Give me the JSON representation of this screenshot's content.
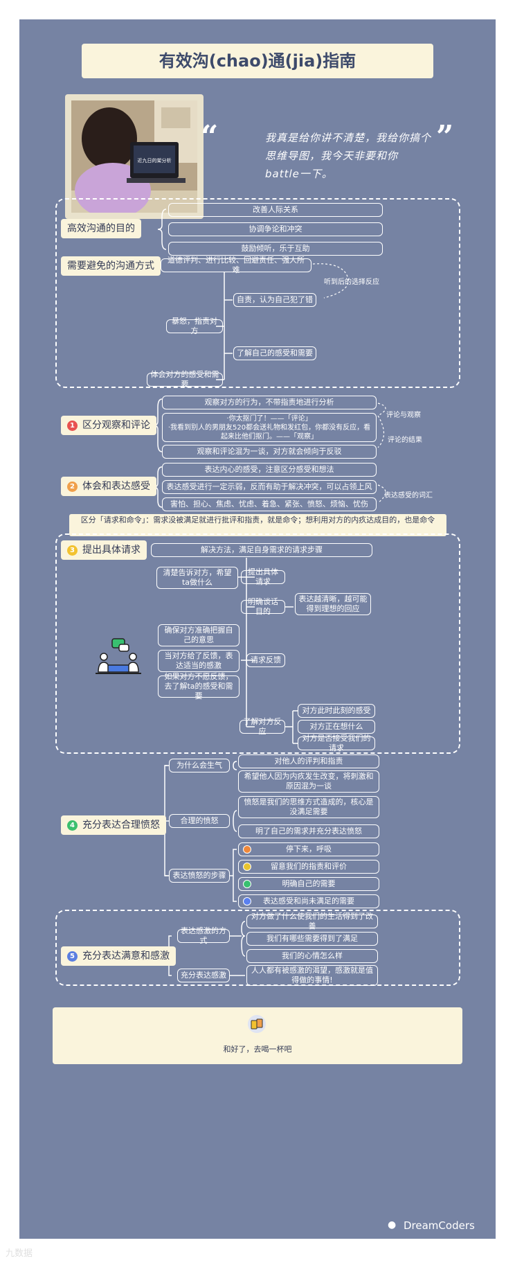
{
  "title": "有效沟(chao)通(jia)指南",
  "quote": "我真是给你讲不清楚，我给你搞个思维导图，我今天非要和你battle一下。",
  "quote_open": "“",
  "quote_close": "”",
  "laptop_text": "近九日的架分析",
  "sections": {
    "purpose": {
      "label": "高效沟通的目的",
      "items": [
        "改善人际关系",
        "协调争论和冲突",
        "鼓励倾听，乐于互助"
      ]
    },
    "avoid": {
      "label": "需要避免的沟通方式",
      "top": "道德评判、进行比较、回避责任、强人所难",
      "reaction_label": "听到后的选择反应",
      "r1": "自责，认为自己犯了错",
      "r2": "暴怒，指责对方",
      "r3": "了解自己的感受和需要",
      "r4": "体会对方的感受和需要"
    },
    "observe": {
      "num": "1",
      "label": "区分观察和评论",
      "items": [
        "观察对方的行为，不带指责地进行分析",
        "·你太抠门了！——「评论」\n·我看到别人的男朋友520都会送礼物和发红包，你都没有反应，看起来比他们抠门。——「观察」",
        "观察和评论混为一谈，对方就会倾向于反驳"
      ],
      "note1": "评论与观察",
      "note2": "评论的结果"
    },
    "feel": {
      "num": "2",
      "label": "体会和表达感受",
      "items": [
        "表达内心的感受，注意区分感受和想法",
        "表达感受进行一定示弱，反而有助于解决冲突，可以占领上风",
        "害怕、担心、焦虑、忧虑、着急、紧张、愤怒、烦恼、忧伤"
      ],
      "note": "表达感受的词汇"
    },
    "banner": "区分「请求和命令」：需求没被满足就进行批评和指责，就是命令；想利用对方的内疚达成目的，也是命令",
    "request": {
      "num": "3",
      "label": "提出具体请求",
      "top": "解决方法，满足自身需求的请求步骤",
      "n1": "提出具体请求",
      "n1a": "清楚告诉对方，希望ta做什么",
      "n2": "明确谈话目的",
      "n2a": "表达越清晰，越可能得到理想的回应",
      "n3": "请求反馈",
      "n3a": [
        "确保对方准确把握自己的意思",
        "当对方给了反馈，表达适当的感激",
        "如果对方不愿反馈，去了解ta的感受和需要"
      ],
      "n4": "了解对方反应",
      "n4a": [
        "对方此时此刻的感受",
        "对方正在想什么",
        "对方是否接受我们的请求"
      ]
    },
    "anger": {
      "num": "4",
      "label": "充分表达合理愤怒",
      "why": "为什么会生气",
      "why_items": [
        "对他人的评判和指责",
        "希望他人因为内疚发生改变，将刺激和原因混为一谈"
      ],
      "reasonable": "合理的愤怒",
      "reasonable_items": [
        "愤怒是我们的思维方式造成的，核心是没满足需要",
        "明了自己的需求并充分表达愤怒"
      ],
      "steps": "表达愤怒的步骤",
      "step_items": [
        "停下来，呼吸",
        "留意我们的指责和评价",
        "明确自己的需要",
        "表达感受和尚未满足的需要"
      ]
    },
    "grat": {
      "num": "5",
      "label": "充分表达满意和感激",
      "way": "表达感激的方式",
      "way_items": [
        "对方做了什么使我们的生活得到了改善",
        "我们有哪些需要得到了满足",
        "我们的心情怎么样"
      ],
      "full": "充分表达感激",
      "full_item": "人人都有被感激的渴望，感激就是值得做的事情!"
    }
  },
  "footer_text": "和好了，去喝一杯吧",
  "watermark_right": "DreamCoders",
  "watermark_left": "九数据",
  "colors": {
    "background": "#7683a3",
    "panel": "#faf4dc",
    "num1": "#e8524f",
    "num2": "#f0a04b",
    "num3": "#f2c230",
    "num4": "#3cbf6e",
    "num5": "#5b7fe0",
    "dot1": "#f0883a",
    "dot2": "#e8c430",
    "dot3": "#38c070",
    "dot4": "#5a80f0"
  }
}
